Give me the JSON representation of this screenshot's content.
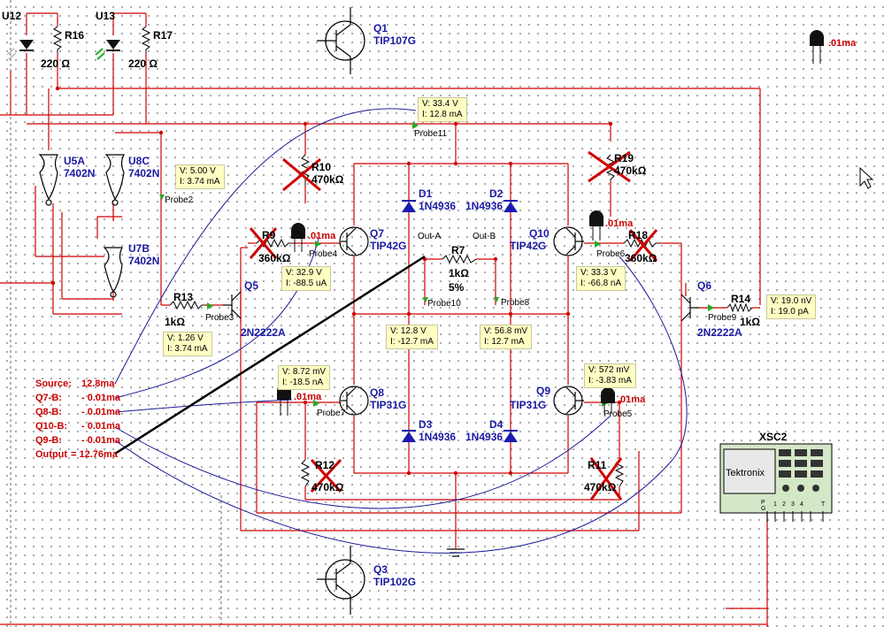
{
  "components": {
    "U12": "U12",
    "U13": "U13",
    "R16": "R16",
    "R17": "R17",
    "R16_val": "220 Ω",
    "R17_val": "220 Ω",
    "Q1": "Q1",
    "Q1_part": "TIP107G",
    "Q3": "Q3",
    "Q3_part": "TIP102G",
    "U5A": "U5A",
    "U5A_part": "7402N",
    "U8C": "U8C",
    "U8C_part": "7402N",
    "U7B": "U7B",
    "U7B_part": "7402N",
    "R10": "R10",
    "R10_val": "470kΩ",
    "R19": "R19",
    "R19_val": "470kΩ",
    "R9": "R9",
    "R9_val": "360kΩ",
    "R18": "R18",
    "R18_val": "360kΩ",
    "R12": "R12",
    "R12_val": "470kΩ",
    "R11": "R11",
    "R11_val": "470kΩ",
    "R13": "R13",
    "R13_val": "1kΩ",
    "R14": "R14",
    "R14_val": "1kΩ",
    "R7": "R7",
    "R7_val": "1kΩ",
    "R7_tol": "5%",
    "Q5": "Q5",
    "Q5_part": "2N2222A",
    "Q6": "Q6",
    "Q6_part": "2N2222A",
    "Q7": "Q7",
    "Q7_part": "TIP42G",
    "Q10": "Q10",
    "Q10_part": "TIP42G",
    "Q8": "Q8",
    "Q8_part": "TIP31G",
    "Q9": "Q9",
    "Q9_part": "TIP31G",
    "D1": "D1",
    "D2": "D2",
    "D3": "D3",
    "D4": "D4",
    "D_part": "1N4936",
    "XSC2": "XSC2",
    "scope_brand": "Tektronix",
    "scope_pins": [
      "P",
      "G",
      "1",
      "2",
      "3",
      "4",
      "T"
    ],
    "out_a": "Out-A",
    "out_b": "Out-B"
  },
  "probe_labels": [
    "Probe2",
    "Probe3",
    "Probe4",
    "Probe5",
    "Probe6",
    "Probe7",
    "Probe8",
    "Probe9",
    "Probe10",
    "Probe11"
  ],
  "probes": [
    {
      "v": "V: 33.4 V",
      "i": "I: 12.8 mA"
    },
    {
      "v": "V: 5.00 V",
      "i": "I: 3.74 mA"
    },
    {
      "v": "V: 32.9 V",
      "i": "I: -88.5 uA"
    },
    {
      "v": "V: 1.26 V",
      "i": "I: 3.74 mA"
    },
    {
      "v": "V: 12.8 V",
      "i": "I: -12.7 mA"
    },
    {
      "v": "V: 56.8 mV",
      "i": "I: 12.7 mA"
    },
    {
      "v": "V: 33.3 V",
      "i": "I: -66.8 nA"
    },
    {
      "v": "V: 8.72 mV",
      "i": "I: -18.5 nA"
    },
    {
      "v": "V: 572 mV",
      "i": "I: -3.83 mA"
    },
    {
      "v": "V: 19.0 nV",
      "i": "I: 19.0 pA"
    }
  ],
  "meter_tags": [
    ".01ma",
    ".01ma",
    ".01ma",
    ".01ma",
    ".01ma"
  ],
  "current_summary": [
    {
      "label": "Source:",
      "value": "12.8ma"
    },
    {
      "label": "Q7-B:",
      "value": "- 0.01ma"
    },
    {
      "label": "Q8-B:",
      "value": "- 0.01ma"
    },
    {
      "label": "Q10-B:",
      "value": "- 0.01ma"
    },
    {
      "label": "Q9-B:",
      "value": "- 0.01ma"
    },
    {
      "label": "Output",
      "value": "= 12.76ma"
    }
  ],
  "colors": {
    "wire": "#d00000",
    "label": "#1a1aa6",
    "probe_bg": "#ffffc4",
    "leader": "#1a1a99",
    "cross": "#d00000"
  }
}
